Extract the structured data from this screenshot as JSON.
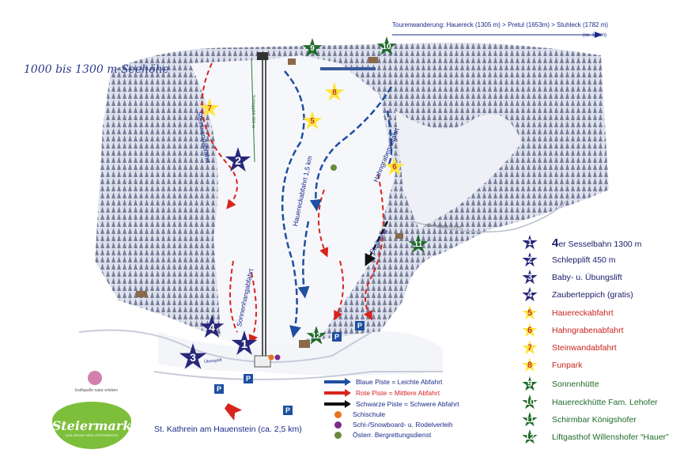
{
  "header": {
    "tour_text": "Tourenwanderung: Hauereck (1305 m) > Pretul (1653m) > Stuhleck (1782 m)",
    "tour_distance": "(ca. 10 km)",
    "altitude_text": "1000 bis 1300 m Seehöhe"
  },
  "map_labels": {
    "steinwand": "Steinwandabfahrt",
    "schlepplift": "Schlepplift 450 m",
    "hauereck": "Hauereckabfahrt 1,5 km",
    "hahngraben": "Hahngrabenabfahrt",
    "steilhang": "Steilhang",
    "sonnenhang": "Sonnenhangabfahrt",
    "naturrodel": "Naturrodelbahn 3,5 km",
    "uebungslift": "Übungslift",
    "town": "St. Kathrein am Hauenstein (ca. 2,5 km)",
    "tree_caption": "kraftquelle natur erleben"
  },
  "map_markers": [
    "1",
    "2",
    "3",
    "4",
    "5",
    "6",
    "7",
    "8",
    "9",
    "10",
    "11",
    "12"
  ],
  "parking_label": "P",
  "legend": {
    "facilities": [
      {
        "num": "1",
        "style": "blue",
        "text": "er Sesselbahn 1300 m",
        "prefix": "4"
      },
      {
        "num": "2",
        "style": "blue",
        "text": "Schlepplift 450 m"
      },
      {
        "num": "3",
        "style": "blue",
        "text": "Baby- u. Übungslift"
      },
      {
        "num": "4",
        "style": "blue",
        "text": "Zauberteppich (gratis)"
      },
      {
        "num": "5",
        "style": "yellow",
        "text": "Hauereckabfahrt"
      },
      {
        "num": "6",
        "style": "yellow",
        "text": "Hahngrabenabfahrt"
      },
      {
        "num": "7",
        "style": "yellow",
        "text": "Steinwandabfahrt"
      },
      {
        "num": "8",
        "style": "yellow",
        "text": "Funpark"
      },
      {
        "num": "9",
        "style": "green",
        "text": "Sonnenhütte"
      },
      {
        "num": "10",
        "style": "green",
        "text": "Hauereckhütte Fam. Lehofer"
      },
      {
        "num": "11",
        "style": "green",
        "text": "Schirmbar Königshofer"
      },
      {
        "num": "12",
        "style": "green",
        "text": "Liftgasthof Willenshofer “Hauer”"
      }
    ],
    "pistes": [
      {
        "text": "Blaue Piste = Leichte Abfahrt",
        "color": "#1f4fa0"
      },
      {
        "text": "Rote Piste  = Mittlere Abfahrt",
        "color": "#d8231e"
      },
      {
        "text": "Schwarze Piste = Schwere Abfahrt",
        "color": "#111111"
      },
      {
        "text": "Schischule",
        "color": "#e8731e"
      },
      {
        "text": "Schi-/Snowboard- u. Rodelverleih",
        "color": "#7a2a8a"
      },
      {
        "text": "Österr. Bergrettungsdienst",
        "color": "#6a8a3a"
      }
    ]
  },
  "logo": {
    "text": "Steiermark",
    "subtext": "DAS GRÜNE HERZ ÖSTERREICHS"
  },
  "colors": {
    "blue_marker": "#28287a",
    "yellow_marker": "#ffe53a",
    "green_marker": "#1f6b2a",
    "red_piste": "#d8231e",
    "blue_piste": "#1f4fa0"
  }
}
